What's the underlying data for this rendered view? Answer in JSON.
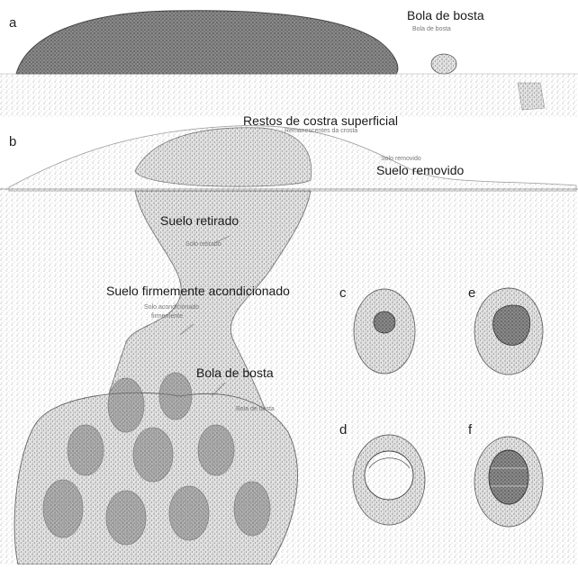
{
  "panels": [
    "a",
    "b",
    "c",
    "d",
    "e",
    "f"
  ],
  "labels": {
    "bola_bosta_a": "Bola de bosta",
    "restos_costra": "Restos de costra superficial",
    "suelo_removido": "Suelo removido",
    "suelo_retirado": "Suelo retirado",
    "suelo_acondicionado": "Suelo firmemente acondicionado",
    "bola_bosta_b": "Bola de bosta"
  },
  "faint_labels": {
    "bola_bosta_a": "Bola de bosta",
    "restos_costra": "Remanescentes da crosta",
    "suelo_removido": "Solo removido",
    "suelo_retirado": "Solo retirado",
    "suelo_acondicionado_1": "Solo acondicionado",
    "suelo_acondicionado_2": "firmemente",
    "bola_bosta_b": "Bola de bosta"
  },
  "colors": {
    "ink": "#1a1a1a",
    "stipple": "#9a9a9a",
    "soil": "#c9c9c9",
    "mound": "#555555"
  }
}
